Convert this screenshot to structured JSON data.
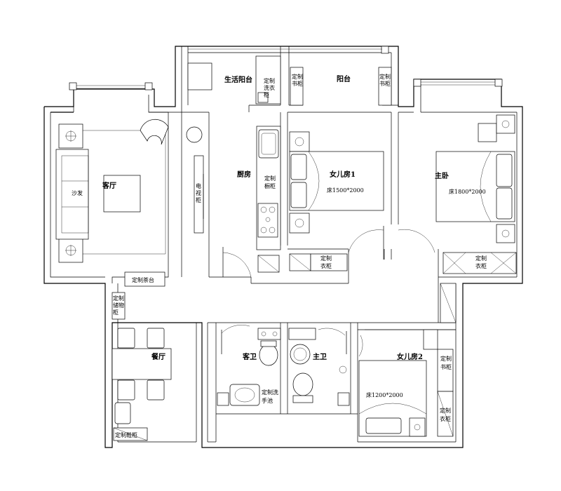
{
  "rooms": {
    "living": "客厅",
    "sofa": "沙发",
    "tv_cabinet": [
      "电",
      "视",
      "柜"
    ],
    "tea_table": "定制茶台",
    "storage_cab": [
      "定制",
      "储物",
      "柜"
    ],
    "dining": "餐厅",
    "shoe_cab": "定制鞋柜",
    "service_balcony": "生活阳台",
    "washer_cab": [
      "定制",
      "洗衣",
      "柜"
    ],
    "kitchen": "厨房",
    "kitchen_cab": [
      "定制",
      "橱柜"
    ],
    "balcony": "阳台",
    "bookcase_left": [
      "定制",
      "书柜"
    ],
    "bookcase_right": [
      "定制",
      "书柜"
    ],
    "daughter1": "女儿房1",
    "bed1": "床1500*2000",
    "wardrobe_d1": [
      "定制",
      "衣柜"
    ],
    "master": "主卧",
    "bed_master": "床1800*2000",
    "wardrobe_master": [
      "定制",
      "衣柜"
    ],
    "guest_bath": "客卫",
    "wash_cab": [
      "定制洗",
      "手池"
    ],
    "master_bath": "主卫",
    "daughter2": "女儿房2",
    "bed2": "床1200*2000",
    "bookcase_d2": [
      "定制",
      "书柜"
    ],
    "wardrobe_d2": [
      "定制",
      "衣柜"
    ]
  },
  "icons": [
    "floor-lamp-icon",
    "sofa-icon",
    "armchair-icon",
    "dining-chair-icon",
    "bed-icon",
    "pillow-icon",
    "toilet-icon",
    "washbasin-icon",
    "stove-icon",
    "sink-icon",
    "door-swing-icon",
    "window-icon"
  ]
}
